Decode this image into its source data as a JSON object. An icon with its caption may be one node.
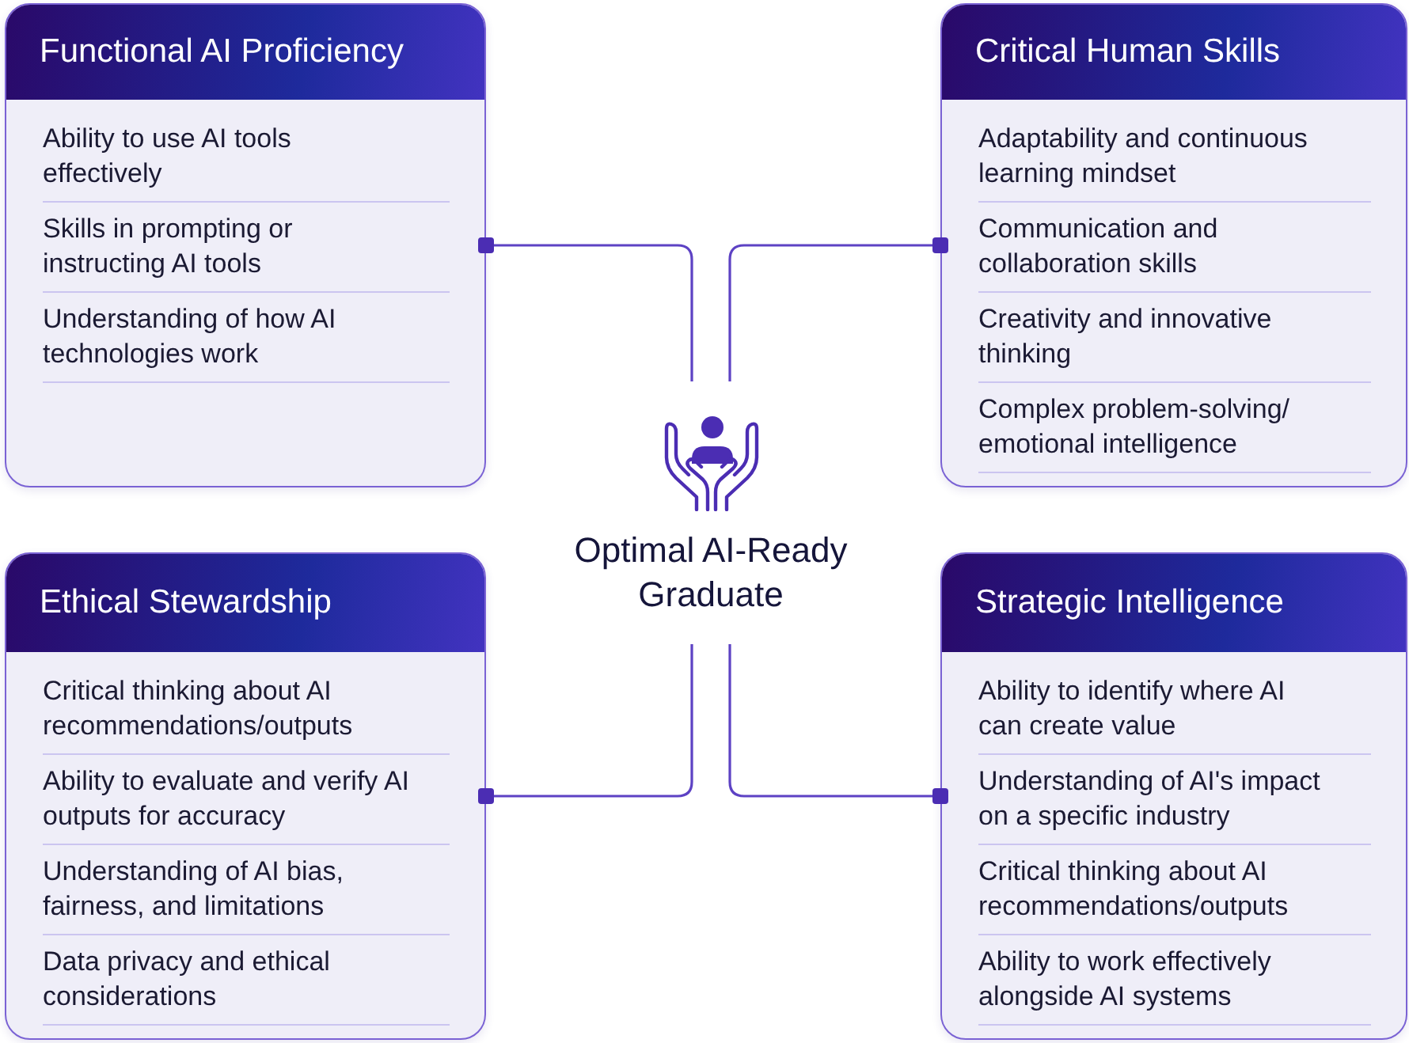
{
  "diagram": {
    "nodes": [
      {
        "text": [
          "Functional AI Proficiency",
          "Ability to use AI tools effectively",
          "Skills in prompting or instructing AI tools",
          "Understanding of how AI technologies work"
        ]
      },
      {
        "text": [
          "Critical Human Skills",
          "Adaptability and continuous learning mindset",
          "Communication and collaboration skills",
          "Creativity and innovative thinking",
          "Complex problem-solving/ emotional intelligence"
        ]
      },
      {
        "text": [
          "Optimal AI-Ready Graduate"
        ]
      },
      {
        "text": [
          "Ethical Stewardship",
          "Critical thinking about AI recommendations/outputs",
          "Ability to evaluate and verify AI outputs for accuracy",
          "Understanding of AI bias, fairness, and limitations",
          "Data privacy and ethical considerations"
        ]
      },
      {
        "text": [
          "Strategic Intelligence",
          "Ability to identify where AI can create value",
          "Understanding of AI's impact on a specific industry",
          "Critical thinking about AI recommendations/outputs",
          "Ability to work effectively alongside AI systems"
        ]
      }
    ],
    "edges": [
      {
        "from": 0,
        "to": 2,
        "arrow": "other"
      },
      {
        "from": 1,
        "to": 2,
        "arrow": "other"
      },
      {
        "from": 3,
        "to": 2,
        "arrow": "other"
      },
      {
        "from": 4,
        "to": 2,
        "arrow": "other"
      }
    ]
  }
}
